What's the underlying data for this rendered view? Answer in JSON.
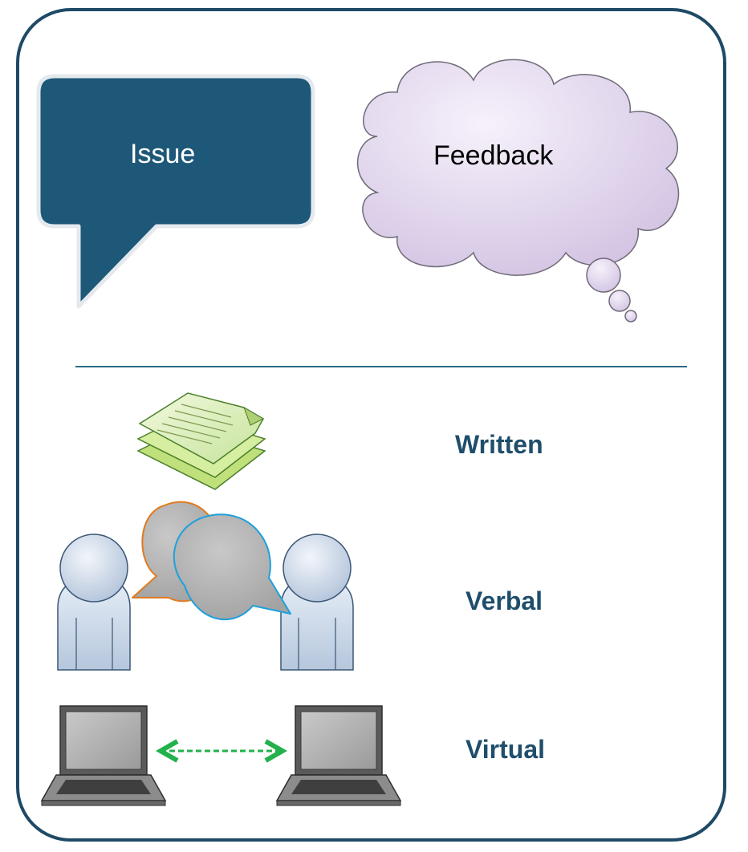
{
  "issue": {
    "label": "Issue"
  },
  "feedback": {
    "label": "Feedback"
  },
  "modes": {
    "written": {
      "label": "Written",
      "icon": "stacked-documents-icon"
    },
    "verbal": {
      "label": "Verbal",
      "icon": "two-people-talking-icon"
    },
    "virtual": {
      "label": "Virtual",
      "icon": "connected-laptops-icon"
    }
  },
  "colors": {
    "frame": "#1e4a66",
    "issue_bubble": "#1e5878",
    "thought_cloud": "#ddd2ea",
    "mode_label": "#1f4e6b",
    "link_arrow": "#22b14c"
  }
}
